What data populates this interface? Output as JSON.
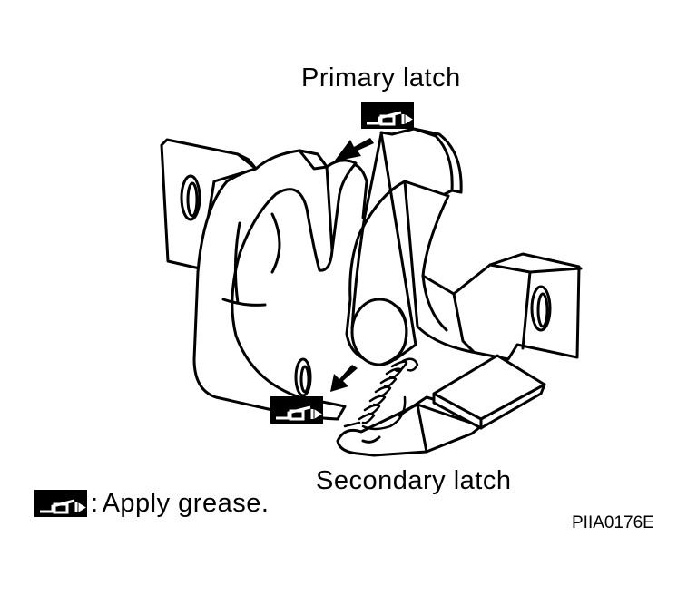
{
  "labels": {
    "primary_latch": "Primary latch",
    "secondary_latch": "Secondary latch"
  },
  "legend": {
    "symbol": "grease-symbol-icon",
    "separator": ":",
    "text": "Apply grease."
  },
  "figure_code": "PIIA0176E",
  "colors": {
    "ink": "#000000",
    "background": "#ffffff"
  }
}
